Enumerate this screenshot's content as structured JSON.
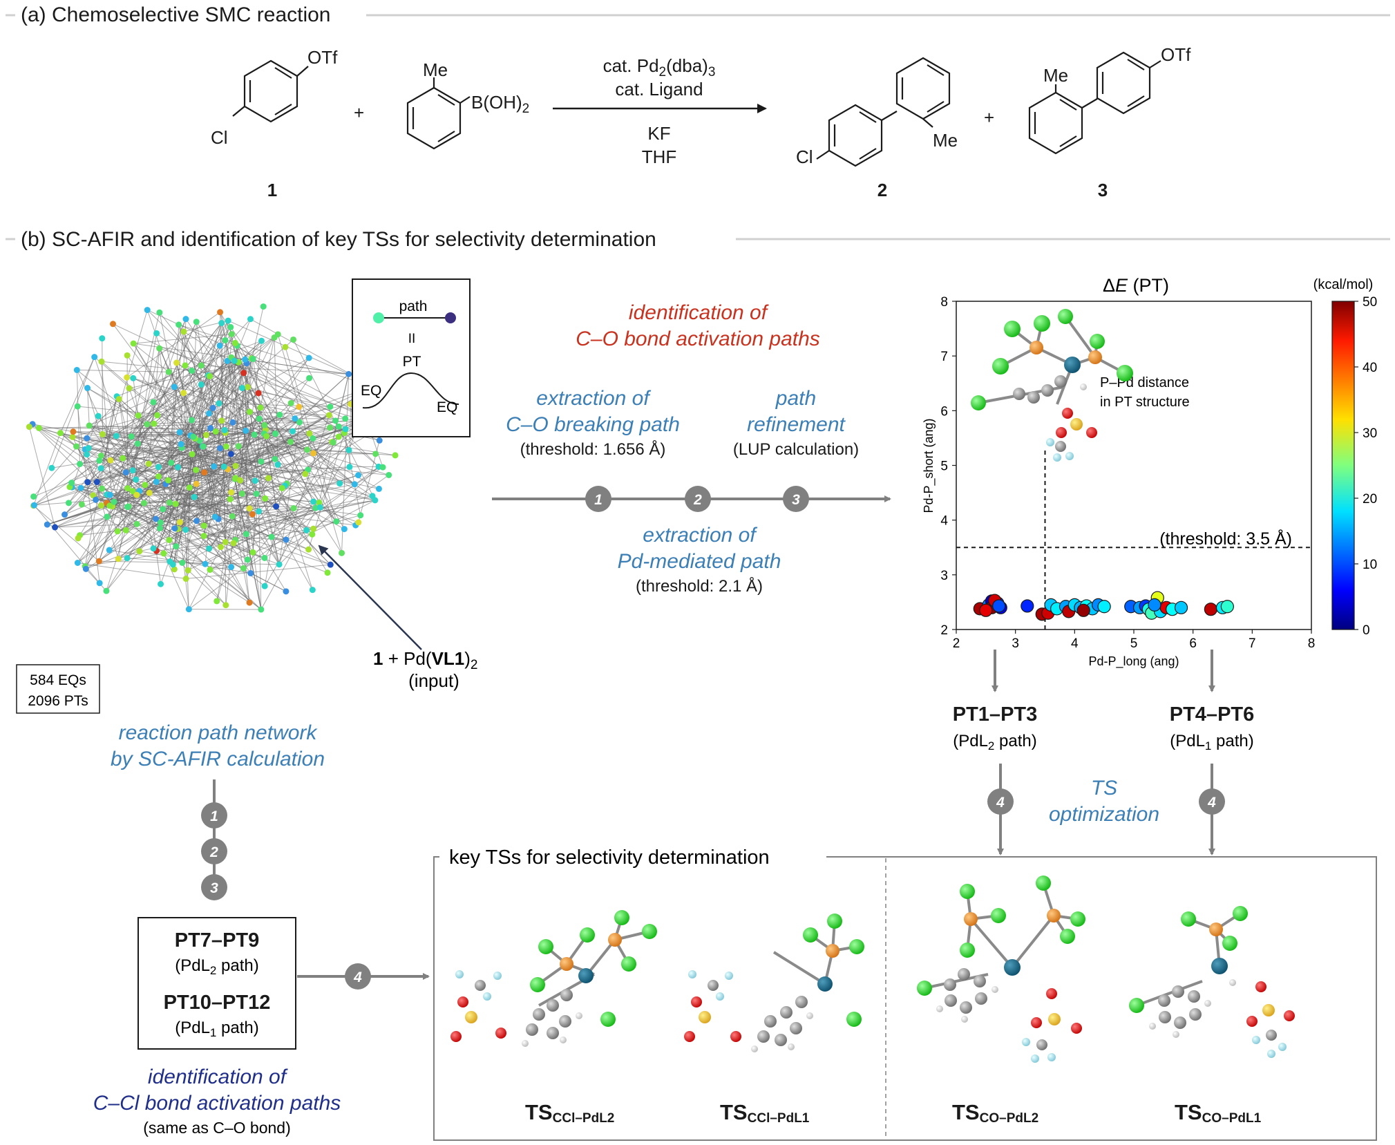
{
  "section_a": {
    "title": "(a) Chemoselective SMC reaction",
    "reactant1_substituents": [
      "OTf",
      "Cl"
    ],
    "plus": "+",
    "reactant2_substituents": [
      "Me",
      "B(OH)"
    ],
    "reactant2_subscript": "2",
    "conditions_above": [
      "cat. Pd",
      "(dba)",
      "cat. Ligand"
    ],
    "conditions_subscripts": [
      "2",
      "3"
    ],
    "conditions_below": [
      "KF",
      "THF"
    ],
    "product2_substituents": [
      "Cl",
      "Me"
    ],
    "product3_substituents": [
      "Me",
      "OTf"
    ],
    "compound_numbers": [
      "1",
      "2",
      "3"
    ]
  },
  "section_b": {
    "title": "(b) SC-AFIR and identification of key TSs for selectivity determination",
    "legend": {
      "path": "path",
      "equiv": "II",
      "pt": "PT",
      "eq_left": "EQ",
      "eq_right": "EQ"
    },
    "network": {
      "counts": [
        "584 EQs",
        "2096 PTs"
      ],
      "input_label_parts": [
        "1",
        " + Pd(",
        "VL1",
        ")",
        "2"
      ],
      "input_note": "(input)",
      "caption": [
        "reaction path network",
        "by SC-AFIR calculation"
      ]
    },
    "co_header": [
      "identification of",
      "C–O bond activation paths"
    ],
    "step_texts": {
      "step1": [
        "extraction of",
        "C–O breaking path"
      ],
      "step1_note": "(threshold: 1.656 Å)",
      "step3": [
        "path",
        "refinement"
      ],
      "step3_note": "(LUP calculation)",
      "step2": [
        "extraction of",
        "Pd-mediated path"
      ],
      "step2_note": "(threshold: 2.1 Å)"
    },
    "step_numbers": [
      "1",
      "2",
      "3",
      "4"
    ],
    "pt_groups": {
      "left_top": "PT1–PT3",
      "left_sub": [
        "(PdL",
        "2",
        " path)"
      ],
      "right_top": "PT4–PT6",
      "right_sub": [
        "(PdL",
        "1",
        " path)"
      ],
      "ts_opt": [
        "TS",
        "optimization"
      ]
    },
    "ccl_box": {
      "line1": "PT7–PT9",
      "line1_sub": [
        "(PdL",
        "2",
        " path)"
      ],
      "line2": "PT10–PT12",
      "line2_sub": [
        "(PdL",
        "1",
        " path)"
      ],
      "caption": [
        "identification of",
        "C–Cl bond activation paths"
      ],
      "note": "(same as C–O bond)"
    },
    "key_ts": {
      "title": "key TSs for selectivity determination",
      "labels": [
        {
          "main": "TS",
          "sub": "CCl–PdL2"
        },
        {
          "main": "TS",
          "sub": "CCl–PdL1"
        },
        {
          "main": "TS",
          "sub": "CO–PdL2"
        },
        {
          "main": "TS",
          "sub": "CO–PdL1"
        }
      ]
    }
  },
  "chart_data": {
    "type": "scatter",
    "title": "ΔE (PT)",
    "title_parts": [
      "Δ",
      "E",
      " (PT)"
    ],
    "xlabel": "Pd-P_long (ang)",
    "ylabel": "Pd-P_short (ang)",
    "xlim": [
      2,
      8
    ],
    "ylim": [
      2,
      8
    ],
    "xticks": [
      2,
      3,
      4,
      5,
      6,
      7,
      8
    ],
    "yticks": [
      2,
      3,
      4,
      5,
      6,
      7,
      8
    ],
    "colorbar_label": "(kcal/mol)",
    "colorbar_range": [
      0,
      50
    ],
    "colorbar_ticks": [
      0,
      10,
      20,
      30,
      40,
      50
    ],
    "threshold_label": "(threshold: 3.5 Å)",
    "threshold_x": 3.5,
    "threshold_y": 3.5,
    "inset_annotation": [
      "P–Pd distance",
      "in PT structure"
    ],
    "points": [
      {
        "x": 2.4,
        "y": 2.38,
        "e": 48
      },
      {
        "x": 2.55,
        "y": 2.45,
        "e": 12
      },
      {
        "x": 2.6,
        "y": 2.52,
        "e": 4
      },
      {
        "x": 2.7,
        "y": 2.48,
        "e": 8
      },
      {
        "x": 2.75,
        "y": 2.4,
        "e": 6
      },
      {
        "x": 2.6,
        "y": 2.4,
        "e": 49
      },
      {
        "x": 2.5,
        "y": 2.35,
        "e": 45
      },
      {
        "x": 2.65,
        "y": 2.53,
        "e": 46
      },
      {
        "x": 2.72,
        "y": 2.43,
        "e": 10
      },
      {
        "x": 3.2,
        "y": 2.43,
        "e": 8
      },
      {
        "x": 3.45,
        "y": 2.28,
        "e": 48
      },
      {
        "x": 3.55,
        "y": 2.3,
        "e": 46
      },
      {
        "x": 3.6,
        "y": 2.45,
        "e": 16
      },
      {
        "x": 3.7,
        "y": 2.38,
        "e": 18
      },
      {
        "x": 3.85,
        "y": 2.42,
        "e": 14
      },
      {
        "x": 3.9,
        "y": 2.33,
        "e": 47
      },
      {
        "x": 4.0,
        "y": 2.45,
        "e": 17
      },
      {
        "x": 4.1,
        "y": 2.4,
        "e": 15
      },
      {
        "x": 4.2,
        "y": 2.43,
        "e": 19
      },
      {
        "x": 4.3,
        "y": 2.38,
        "e": 16
      },
      {
        "x": 4.4,
        "y": 2.45,
        "e": 13
      },
      {
        "x": 4.5,
        "y": 2.42,
        "e": 18
      },
      {
        "x": 4.15,
        "y": 2.35,
        "e": 49
      },
      {
        "x": 4.95,
        "y": 2.42,
        "e": 11
      },
      {
        "x": 5.1,
        "y": 2.4,
        "e": 14
      },
      {
        "x": 5.2,
        "y": 2.43,
        "e": 9
      },
      {
        "x": 5.25,
        "y": 2.37,
        "e": 20
      },
      {
        "x": 5.3,
        "y": 2.3,
        "e": 22
      },
      {
        "x": 5.4,
        "y": 2.58,
        "e": 30
      },
      {
        "x": 5.45,
        "y": 2.33,
        "e": 17
      },
      {
        "x": 5.55,
        "y": 2.4,
        "e": 45
      },
      {
        "x": 5.65,
        "y": 2.37,
        "e": 19
      },
      {
        "x": 5.8,
        "y": 2.4,
        "e": 16
      },
      {
        "x": 5.35,
        "y": 2.45,
        "e": 13
      },
      {
        "x": 6.3,
        "y": 2.37,
        "e": 47
      },
      {
        "x": 6.5,
        "y": 2.4,
        "e": 18
      },
      {
        "x": 6.58,
        "y": 2.42,
        "e": 21
      }
    ]
  }
}
